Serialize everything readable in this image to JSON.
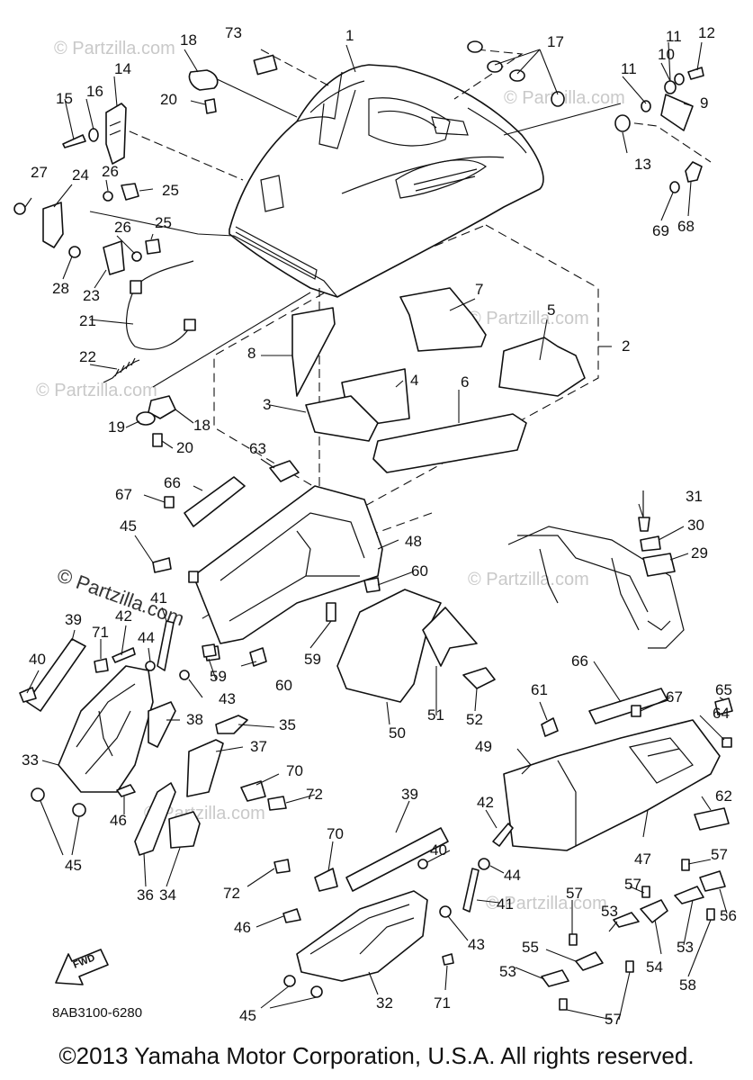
{
  "diagram_code": "8AB3100-6280",
  "fwd_label": "FWD",
  "copyright": "©2013 Yamaha Motor Corporation, U.S.A. All rights reserved.",
  "watermark_main": "© Partzilla.com",
  "watermark_faint": "© Partzilla.com",
  "callouts": [
    "1",
    "2",
    "3",
    "4",
    "5",
    "6",
    "7",
    "8",
    "9",
    "10",
    "11",
    "12",
    "13",
    "14",
    "15",
    "16",
    "17",
    "18",
    "19",
    "20",
    "21",
    "22",
    "23",
    "24",
    "25",
    "26",
    "27",
    "28",
    "29",
    "30",
    "31",
    "32",
    "33",
    "34",
    "35",
    "36",
    "37",
    "38",
    "39",
    "40",
    "41",
    "42",
    "43",
    "44",
    "45",
    "46",
    "47",
    "48",
    "49",
    "50",
    "51",
    "52",
    "53",
    "54",
    "55",
    "56",
    "57",
    "58",
    "59",
    "60",
    "61",
    "62",
    "63",
    "64",
    "65",
    "66",
    "67",
    "68",
    "69",
    "70",
    "71",
    "72",
    "73"
  ]
}
